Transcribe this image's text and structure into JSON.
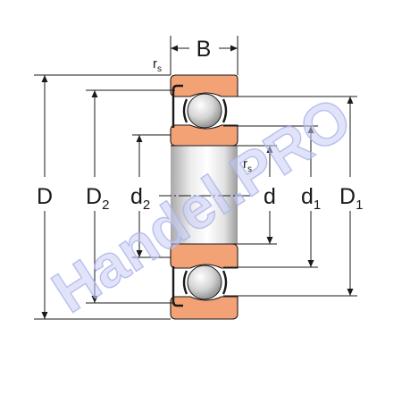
{
  "diagram": {
    "labels": {
      "width": "B",
      "chamfer_top": {
        "main": "r",
        "sub": "s"
      },
      "chamfer_bore": {
        "main": "r",
        "sub": "s"
      },
      "outer_diameter": "D",
      "shoulder_outer": {
        "main": "D",
        "sub": "2"
      },
      "shoulder_inner": {
        "main": "d",
        "sub": "2"
      },
      "bore_diameter": "d",
      "inner_ring_diameter": {
        "main": "d",
        "sub": "1"
      },
      "outer_ring_diameter": {
        "main": "D",
        "sub": "1"
      }
    },
    "watermark": "Handel.PRO",
    "colors": {
      "ring_fill": "#f3a276",
      "ball_light": "#ffffff",
      "ball_dark": "#8a8a8a",
      "bore_mid": "#e9e9e9",
      "watermark": "#c8cdf3",
      "lines": "#1a1a1a"
    }
  }
}
